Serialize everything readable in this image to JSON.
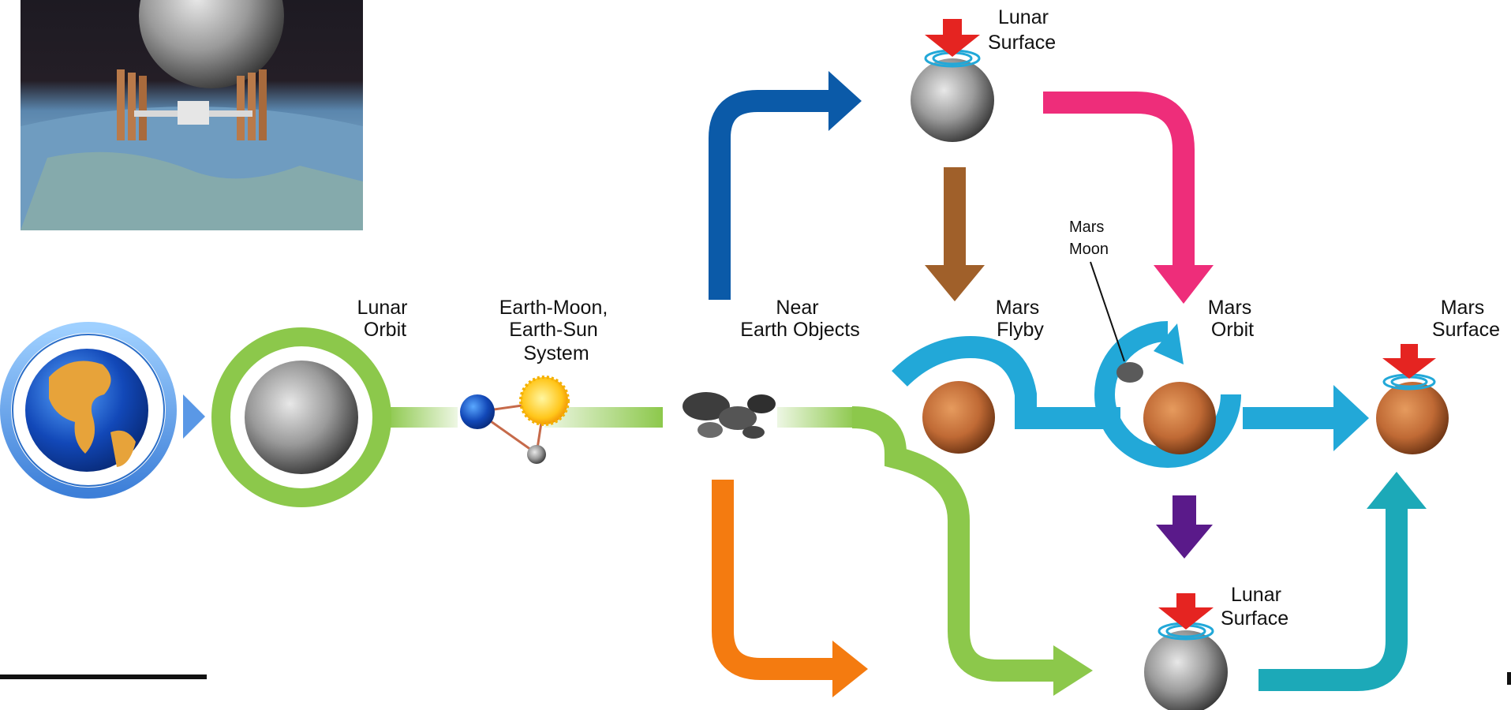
{
  "photo": {
    "description_icon": "iss-over-earth-with-moon-photo"
  },
  "nodes": {
    "lunar_orbit": {
      "label": [
        "Lunar",
        "Orbit"
      ]
    },
    "earth_moon_sun": {
      "label": [
        "Earth-Moon,",
        "Earth-Sun",
        "System"
      ]
    },
    "near_earth_objects": {
      "label": [
        "Near",
        "Earth Objects"
      ]
    },
    "lunar_surface_top": {
      "label": [
        "Lunar",
        "Surface"
      ]
    },
    "mars_flyby": {
      "label": [
        "Mars",
        "Flyby"
      ]
    },
    "mars_moon": {
      "label": [
        "Mars",
        "Moon"
      ]
    },
    "mars_orbit": {
      "label": [
        "Mars",
        "Orbit"
      ]
    },
    "mars_surface": {
      "label": [
        "Mars",
        "Surface"
      ]
    },
    "lunar_surface_bottom": {
      "label": [
        "Lunar",
        "Surface"
      ]
    }
  },
  "colors": {
    "green": "#8cc84b",
    "blue_dark": "#0b5aa8",
    "pink": "#ee2d7a",
    "brown": "#a0602a",
    "cyan": "#22a8d8",
    "teal": "#1ca9b8",
    "orange": "#f47b10",
    "purple": "#5a1a8a",
    "red": "#e52421"
  },
  "icons": [
    "earth-globe-icon",
    "moon-icon",
    "sun-icon",
    "asteroid-icon",
    "mars-icon",
    "landing-arrow-icon"
  ]
}
